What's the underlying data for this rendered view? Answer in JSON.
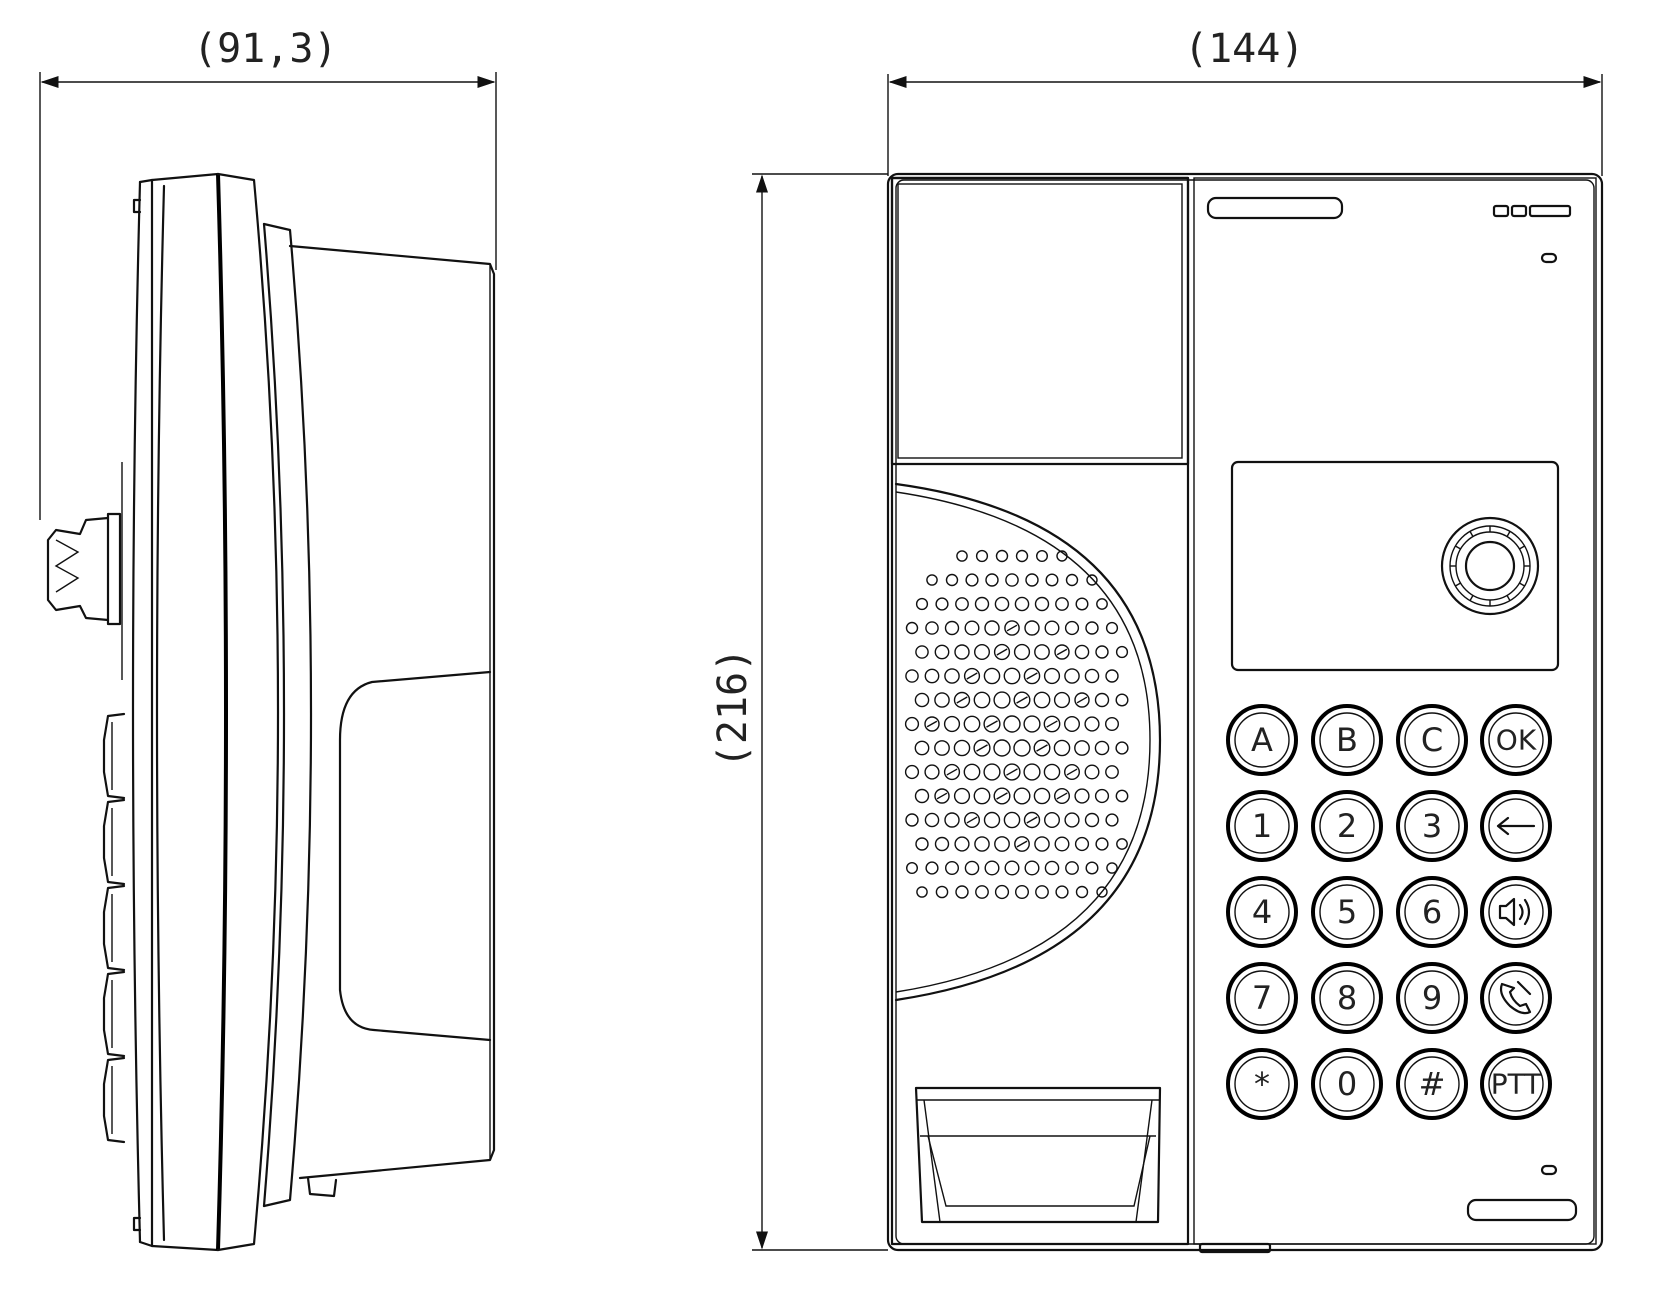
{
  "dimensions": {
    "side_depth": "(91,3)",
    "front_width": "(144)",
    "front_height": "(216)"
  },
  "keypad": {
    "rows": [
      [
        {
          "label": "A",
          "name": "key-a"
        },
        {
          "label": "B",
          "name": "key-b"
        },
        {
          "label": "C",
          "name": "key-c"
        },
        {
          "label": "OK",
          "name": "key-ok"
        }
      ],
      [
        {
          "label": "1",
          "name": "key-1"
        },
        {
          "label": "2",
          "name": "key-2"
        },
        {
          "label": "3",
          "name": "key-3"
        },
        {
          "label": "",
          "icon": "backspace-arrow-icon",
          "name": "key-back"
        }
      ],
      [
        {
          "label": "4",
          "name": "key-4"
        },
        {
          "label": "5",
          "name": "key-5"
        },
        {
          "label": "6",
          "name": "key-6"
        },
        {
          "label": "",
          "icon": "speaker-volume-icon",
          "name": "key-speaker"
        }
      ],
      [
        {
          "label": "7",
          "name": "key-7"
        },
        {
          "label": "8",
          "name": "key-8"
        },
        {
          "label": "9",
          "name": "key-9"
        },
        {
          "label": "",
          "icon": "phone-handset-icon",
          "name": "key-hook"
        }
      ],
      [
        {
          "label": "*",
          "name": "key-star"
        },
        {
          "label": "0",
          "name": "key-0"
        },
        {
          "label": "#",
          "name": "key-hash"
        },
        {
          "label": "PTT",
          "name": "key-ptt"
        }
      ]
    ]
  },
  "icons": {
    "speaker_grille": "speaker-grille-icon",
    "camera": "camera-lens-icon"
  },
  "colors": {
    "line": "#111111",
    "background": "#ffffff"
  }
}
